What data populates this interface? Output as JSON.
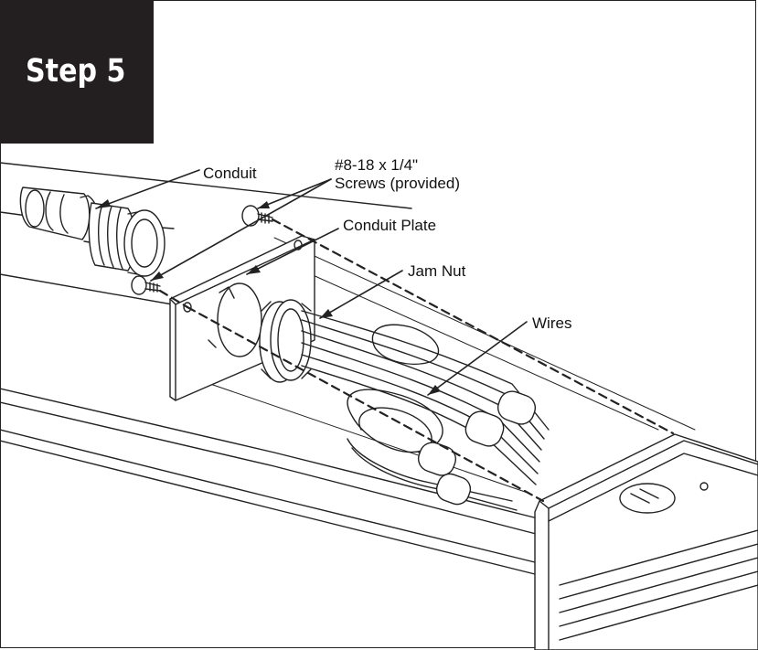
{
  "step": {
    "label": "Step 5"
  },
  "callouts": {
    "conduit": "Conduit",
    "screws_line1": "#8-18 x 1/4\"",
    "screws_line2": "Screws (provided)",
    "conduit_plate": "Conduit Plate",
    "jam_nut": "Jam Nut",
    "wires": "Wires"
  },
  "colors": {
    "step_box": "#231f20",
    "line": "#222222",
    "background": "#ffffff"
  }
}
